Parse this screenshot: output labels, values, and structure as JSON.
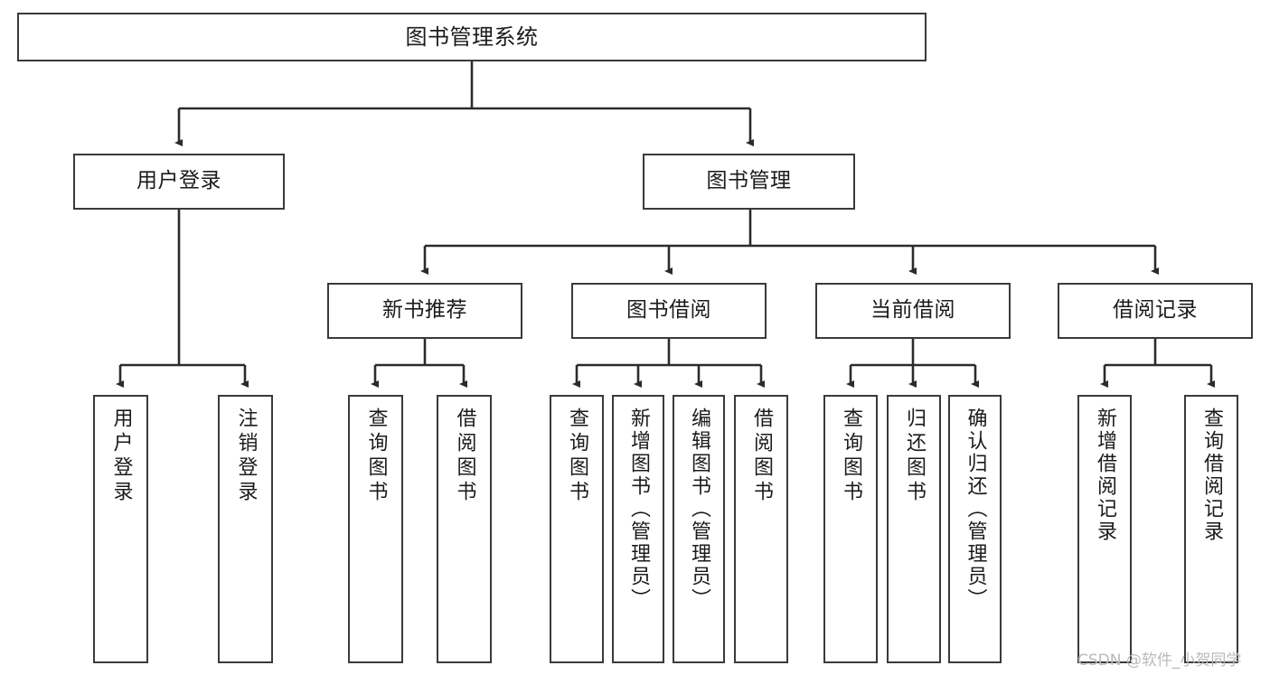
{
  "diagram": {
    "title": "图书管理系统",
    "type": "tree-hierarchy",
    "watermark": "CSDN @软件_小贺同学",
    "colors": {
      "background": "#ffffff",
      "border": "#3a3a3a",
      "text": "#1b1b1b",
      "edge": "#2b2b2b",
      "watermark": "#b9b9b9"
    },
    "nodes": {
      "root": {
        "label": "图书管理系统"
      },
      "level2": [
        {
          "label": "用户登录"
        },
        {
          "label": "图书管理"
        }
      ],
      "level3": [
        {
          "label": "新书推荐"
        },
        {
          "label": "图书借阅"
        },
        {
          "label": "当前借阅"
        },
        {
          "label": "借阅记录"
        }
      ],
      "leaves_user_login": [
        {
          "label": "用户登录"
        },
        {
          "label": "注销登录"
        }
      ],
      "leaves_new_book": [
        {
          "label": "查询图书"
        },
        {
          "label": "借阅图书"
        }
      ],
      "leaves_borrow": [
        {
          "label": "查询图书"
        },
        {
          "label": "新增图书（管理员）"
        },
        {
          "label": "编辑图书（管理员）"
        },
        {
          "label": "借阅图书"
        }
      ],
      "leaves_current": [
        {
          "label": "查询图书"
        },
        {
          "label": "归还图书"
        },
        {
          "label": "确认归还（管理员）"
        }
      ],
      "leaves_records": [
        {
          "label": "新增借阅记录"
        },
        {
          "label": "查询借阅记录"
        }
      ]
    }
  }
}
